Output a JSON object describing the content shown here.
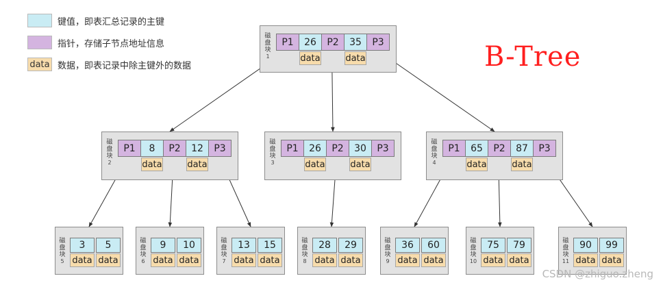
{
  "title": "B-Tree",
  "watermark": "CSDN @zhiguo.zheng",
  "legend": [
    {
      "kind": "key",
      "swatch_text": "",
      "text": "键值，即表汇总记录的主键"
    },
    {
      "kind": "ptr",
      "swatch_text": "",
      "text": "指针，存储子节点地址信息"
    },
    {
      "kind": "data",
      "swatch_text": "data",
      "text": "数据，即表记录中除主键外的数据"
    }
  ],
  "colors": {
    "key": "#c9ecf4",
    "pointer": "#d4b4e0",
    "data": "#f7dcac",
    "title": "#ff1f1f"
  },
  "disk_label": "磁盘块",
  "data_label": "data",
  "root": {
    "number": "1",
    "pointers": [
      "P1",
      "P2",
      "P3"
    ],
    "keys": [
      "26",
      "35"
    ]
  },
  "level2": [
    {
      "number": "2",
      "pointers": [
        "P1",
        "P2",
        "P3"
      ],
      "keys": [
        "8",
        "12"
      ]
    },
    {
      "number": "3",
      "pointers": [
        "P1",
        "P2",
        "P3"
      ],
      "keys": [
        "26",
        "30"
      ]
    },
    {
      "number": "4",
      "pointers": [
        "P1",
        "P2",
        "P3"
      ],
      "keys": [
        "65",
        "87"
      ]
    }
  ],
  "leaves": [
    {
      "number": "5",
      "keys": [
        "3",
        "5"
      ]
    },
    {
      "number": "6",
      "keys": [
        "9",
        "10"
      ]
    },
    {
      "number": "7",
      "keys": [
        "13",
        "15"
      ]
    },
    {
      "number": "8",
      "keys": [
        "28",
        "29"
      ]
    },
    {
      "number": "9",
      "keys": [
        "36",
        "60"
      ]
    },
    {
      "number": "10",
      "keys": [
        "75",
        "79"
      ]
    },
    {
      "number": "11",
      "keys": [
        "90",
        "99"
      ]
    }
  ]
}
